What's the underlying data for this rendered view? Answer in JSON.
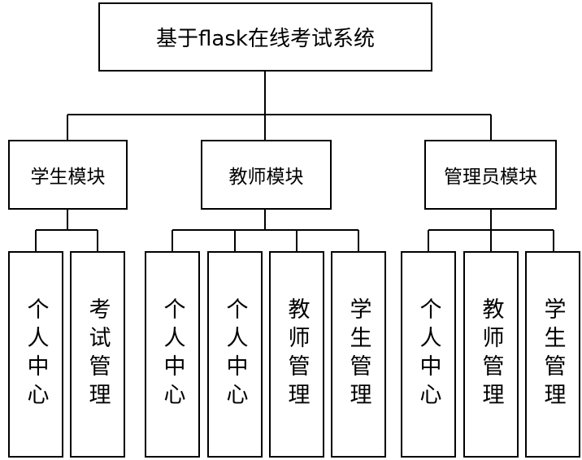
{
  "root": {
    "label": "基于flask在线考试系统"
  },
  "modules": [
    {
      "label": "学生模块",
      "children": [
        "个人中心",
        "考试管理"
      ]
    },
    {
      "label": "教师模块",
      "children": [
        "个人中心",
        "个人中心",
        "教师管理",
        "学生管理"
      ]
    },
    {
      "label": "管理员模块",
      "children": [
        "个人中心",
        "教师管理",
        "学生管理"
      ]
    }
  ]
}
